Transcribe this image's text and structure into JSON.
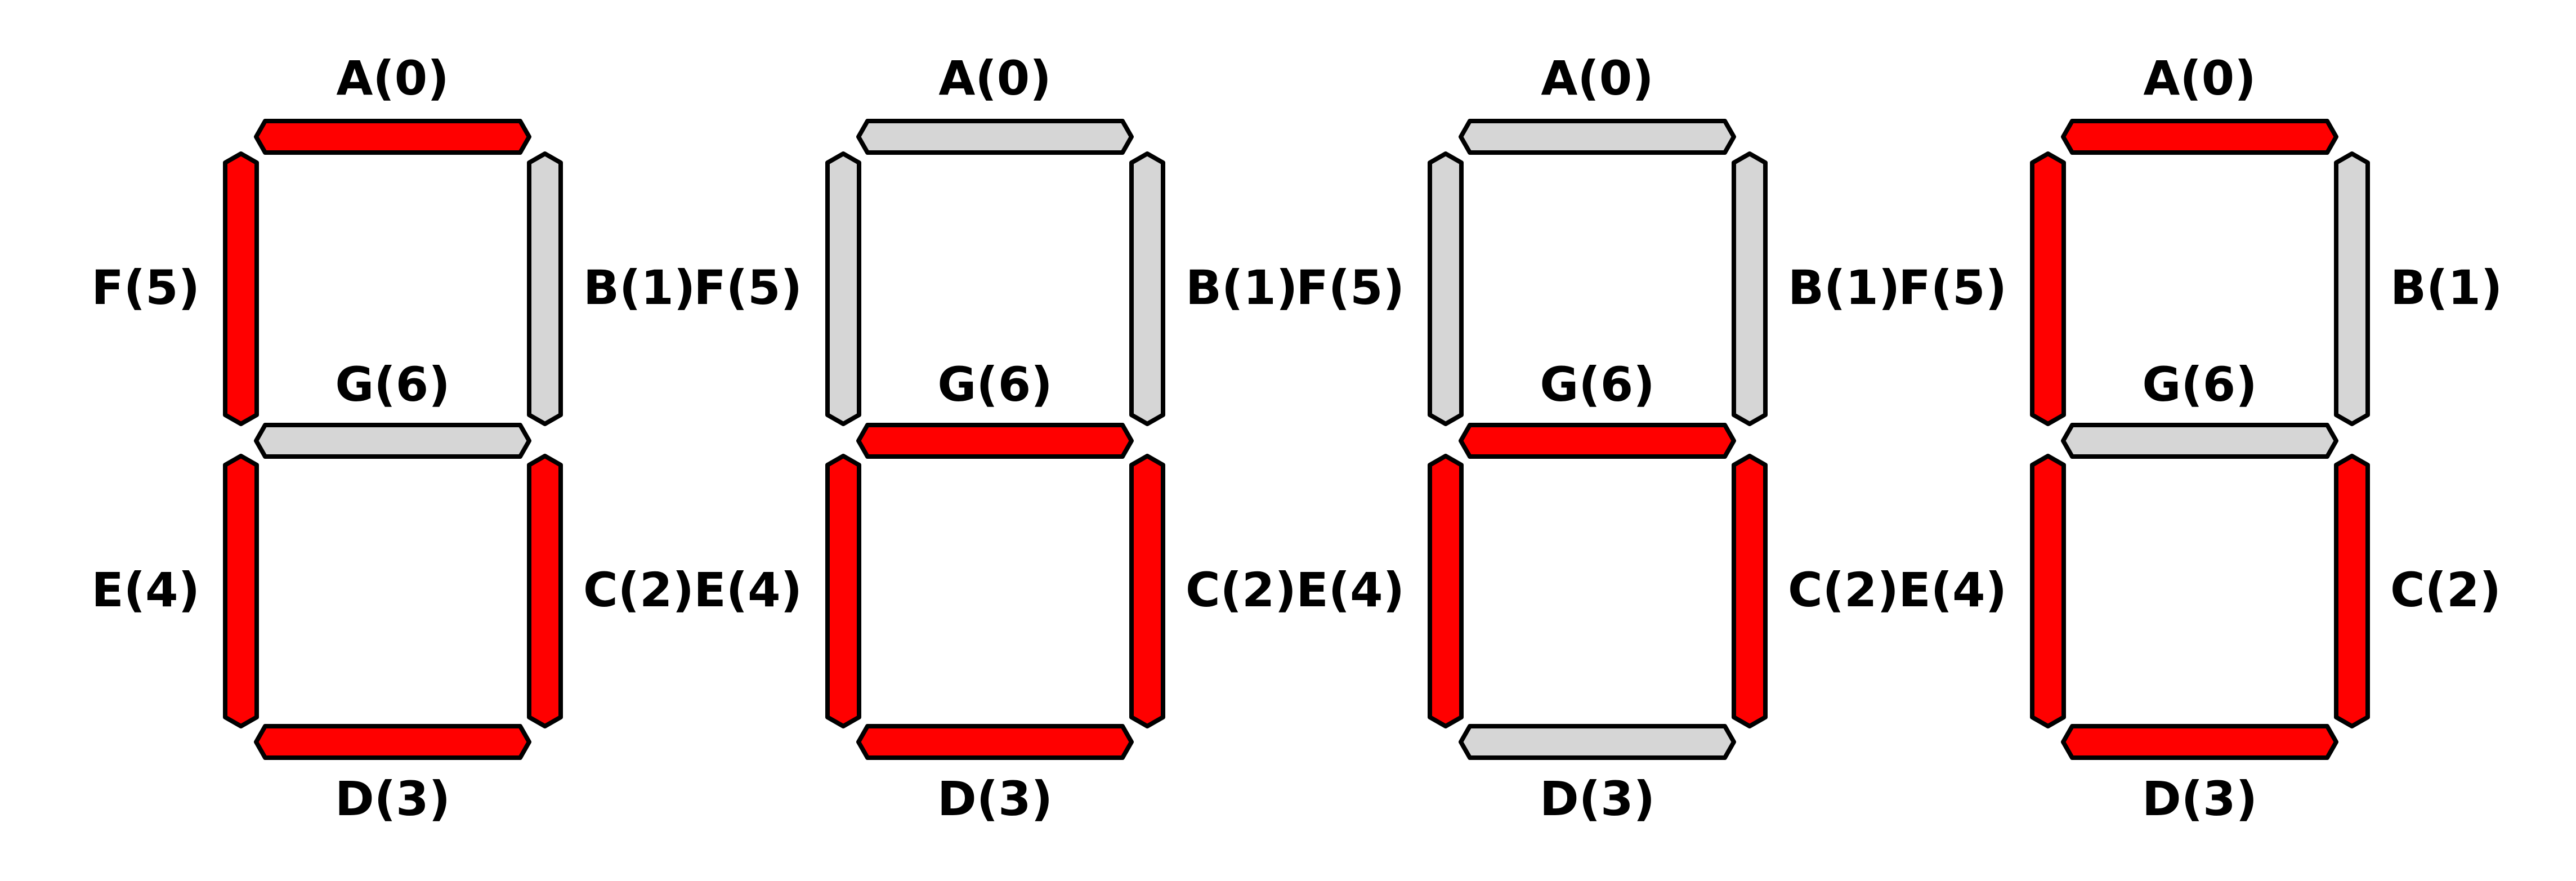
{
  "colors": {
    "on": "#ff0000",
    "off": "#d6d6d6",
    "stroke": "#000000",
    "background": "#ffffff"
  },
  "segment_labels": {
    "a": "A(0)",
    "b": "B(1)",
    "c": "C(2)",
    "d": "D(3)",
    "e": "E(4)",
    "f": "F(5)",
    "g": "G(6)"
  },
  "digits": [
    {
      "segments": {
        "a": true,
        "b": false,
        "c": true,
        "d": true,
        "e": true,
        "f": true,
        "g": false
      }
    },
    {
      "segments": {
        "a": false,
        "b": false,
        "c": true,
        "d": true,
        "e": true,
        "f": false,
        "g": true
      }
    },
    {
      "segments": {
        "a": false,
        "b": false,
        "c": true,
        "d": false,
        "e": true,
        "f": false,
        "g": true
      }
    },
    {
      "segments": {
        "a": true,
        "b": false,
        "c": true,
        "d": true,
        "e": true,
        "f": true,
        "g": false
      }
    }
  ]
}
